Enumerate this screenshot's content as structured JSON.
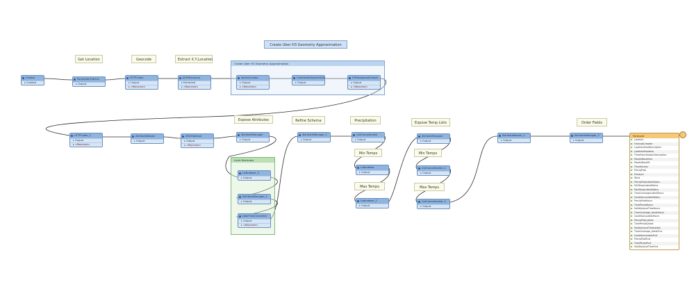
{
  "annotations": {
    "get_location": "Get Location",
    "geocode": "Geocode",
    "extract_xy": "Extract X,Y,Location",
    "create_h3": "Create Uber H3 Geometry Approximation",
    "expose_attributes": "Expose Attributes",
    "refine_schema": "Refine Schema",
    "precipitation": "Precipitation",
    "expose_temp_lists": "Expose Temp Lists",
    "order_fields": "Order Fields",
    "min_temps_1": "Min Temps",
    "max_temps_1": "Max Temps",
    "min_temps_2": "Min Temps",
    "max_temps_2": "Max Temps"
  },
  "bookmarks": {
    "h3_title": "Create Uber H3 Geometry Approximation",
    "limit_title": "Limit Decimals"
  },
  "transformers": {
    "creator": {
      "name": "Creator",
      "ports": [
        "Created"
      ]
    },
    "param_fetcher": {
      "name": "ParameterFetcher",
      "ports": [
        "Output"
      ]
    },
    "http_caller_1": {
      "name": "HTTPCaller",
      "ports": [
        "Output",
        "<Rejected>"
      ]
    },
    "json_extractor": {
      "name": "JSONExtractor",
      "ports": [
        "Extracted",
        "<Rejected>"
      ]
    },
    "vertex_creator": {
      "name": "VertexCreator",
      "ports": [
        "Output",
        "<Rejected>"
      ]
    },
    "coord_setter": {
      "name": "CoordinateSystemSetter",
      "ports": [
        "Output"
      ]
    },
    "h3_encoder": {
      "name": "H3HexagonalIndexer",
      "ports": [
        "Output",
        "<Rejected>"
      ]
    },
    "http_caller_2": {
      "name": "HTTPCaller_2",
      "ports": [
        "Output",
        "<Rejected>"
      ]
    },
    "attr_keeper": {
      "name": "AttributeKeeper",
      "ports": [
        "Output"
      ]
    },
    "xml_flattener": {
      "name": "XMLFlattener",
      "ports": [
        "Output",
        "<Rejected>"
      ]
    },
    "attr_manager": {
      "name": "AttributeManager",
      "ports": [
        "Output"
      ]
    },
    "list_indexer_3": {
      "name": "ListIndexer_3",
      "ports": [
        "Output"
      ]
    },
    "attr_manager_4": {
      "name": "AttributeManager_4",
      "ports": [
        "Output"
      ]
    },
    "datetime_converter": {
      "name": "DateTimeConverter",
      "ports": [
        "Output",
        "<Rejected>"
      ]
    },
    "attr_manager_2": {
      "name": "AttributeManager_2",
      "ports": [
        "Output"
      ]
    },
    "list_concatenator": {
      "name": "ListConcatenator",
      "ports": [
        "Output"
      ]
    },
    "list_indexer": {
      "name": "ListIndexer",
      "ports": [
        "Output"
      ]
    },
    "list_indexer_2": {
      "name": "ListIndexer_2",
      "ports": [
        "Output"
      ]
    },
    "attr_exposer": {
      "name": "AttributeExposer",
      "ports": [
        "Output"
      ]
    },
    "list_concat_2": {
      "name": "ListConcatenator_2",
      "ports": [
        "Output"
      ]
    },
    "list_concat_3": {
      "name": "ListConcatenator_3",
      "ports": [
        "Output"
      ]
    },
    "attr_keeper_2": {
      "name": "AttributeKeeper_2",
      "ports": [
        "Output"
      ]
    },
    "attr_manager_3": {
      "name": "AttributeManager_3",
      "ports": [
        "Output"
      ]
    }
  },
  "writer": {
    "name": "Forecast",
    "attributes": [
      "Location",
      "ForecastCreated",
      "LocationAreaDescription",
      "LocationElevation",
      "ThreeHourSeasonDescription",
      "MaxAirBasetime",
      "MaxAirBasePk",
      "TimeHorizon",
      "PrecipProb",
      "Pressure",
      "Wind",
      "PrecipProbLatestStatus",
      "MinTempLatestStatus",
      "MaxTempLatestStatus",
      "TimeCoverageLatestHours",
      "ConditionsLatestStatus",
      "PrecipProbHours",
      "TimePeriodHours",
      "ValidityLocalTimeHours",
      "TimeCoverage_latestHours",
      "ConditionsLatestHours",
      "PrecipProb_latest",
      "TimePeriodLatest",
      "ValidityLocalTimeLatest",
      "TimeCoverage_latestFcst",
      "ConditionsLatestFcst",
      "PrecipProbFcst",
      "TimePeriodFcst",
      "ValidityLocalTimeFcst"
    ]
  }
}
